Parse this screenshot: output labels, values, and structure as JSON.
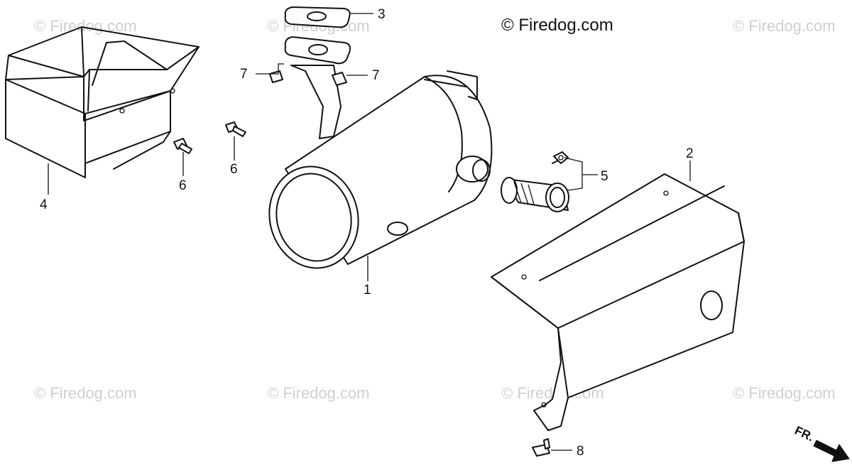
{
  "watermarks": {
    "w1": "© Firedog.com",
    "w2": "© Firedog.com",
    "w3": "© Firedog.com",
    "w4": "© Firedog.com",
    "w5": "© Firedog.com",
    "w6": "© Firedog.com",
    "w7": "© Firedog.com"
  },
  "brand_label": "© Firedog.com",
  "callouts": {
    "c1": "1",
    "c2": "2",
    "c3": "3",
    "c4": "4",
    "c5": "5",
    "c6a": "6",
    "c6b": "6",
    "c7a": "7",
    "c7b": "7",
    "c8": "8"
  },
  "direction_label": "FR."
}
